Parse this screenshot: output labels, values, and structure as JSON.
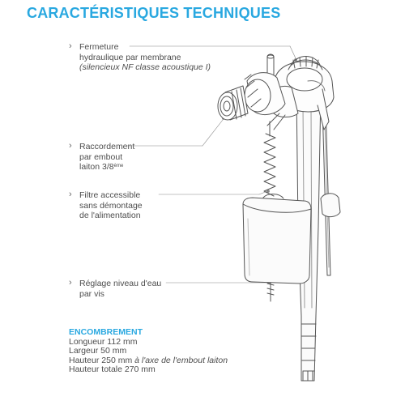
{
  "title": "CARACTÉRISTIQUES TECHNIQUES",
  "features": [
    {
      "lines": [
        "Fermeture",
        "hydraulique par membrane"
      ],
      "note": "(silencieux NF classe acoustique I)"
    },
    {
      "lines": [
        "Raccordement",
        "par embout",
        "laiton 3/8"
      ],
      "superscript": "ème"
    },
    {
      "lines": [
        "Filtre accessible",
        "sans démontage",
        "de l'alimentation"
      ]
    },
    {
      "lines": [
        "Réglage niveau d'eau",
        "par vis"
      ]
    }
  ],
  "encombrement": {
    "heading": "ENCOMBREMENT",
    "items": [
      {
        "text": "Longueur 112 mm"
      },
      {
        "text": "Largeur 50 mm"
      },
      {
        "text": "Hauteur 250 mm ",
        "italic": "à l'axe de l'embout laiton"
      },
      {
        "text": "Hauteur totale 270 mm"
      }
    ]
  },
  "colors": {
    "accent": "#29a8e0",
    "text": "#4d4d4d",
    "line": "#777777"
  },
  "icons": [
    "chevron-right-icon"
  ]
}
